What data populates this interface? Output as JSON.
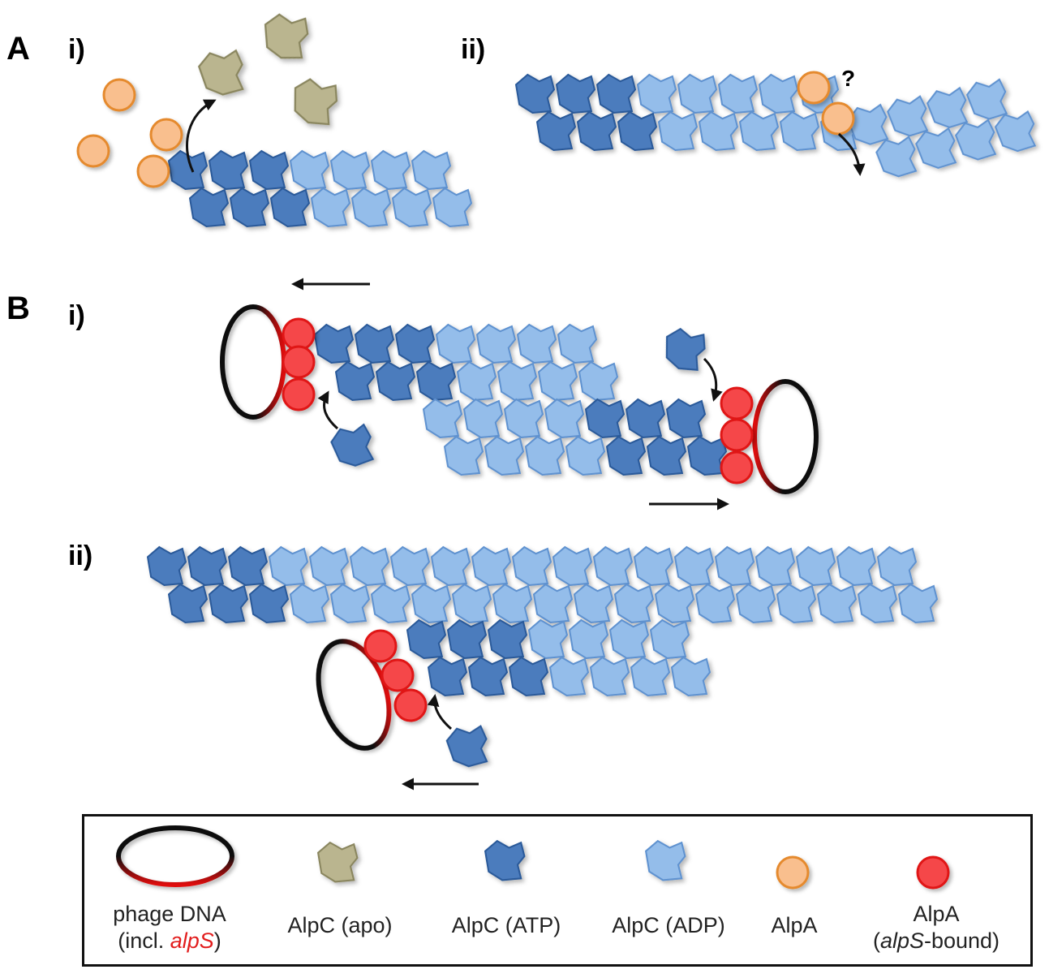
{
  "panels": {
    "a": {
      "label": "A",
      "sub_i": "i)",
      "sub_ii": "ii)",
      "question_mark": "?"
    },
    "b": {
      "label": "B",
      "sub_i": "i)",
      "sub_ii": "ii)"
    }
  },
  "legend": {
    "phage_dna": {
      "line1": "phage DNA",
      "line2_prefix": "(incl. ",
      "line2_gene": "alpS",
      "line2_suffix": ")"
    },
    "alpc_apo": {
      "label": "AlpC (apo)"
    },
    "alpc_atp": {
      "label": "AlpC (ATP)"
    },
    "alpc_adp": {
      "label": "AlpC (ADP)"
    },
    "alpa": {
      "label": "AlpA"
    },
    "alpa_bound": {
      "line1": "AlpA",
      "line2_prefix": "(",
      "line2_gene": "alpS",
      "line2_suffix": "-bound)"
    }
  },
  "colors": {
    "alpc_atp": "#4c7bbd",
    "alpc_atp_stroke": "#2b5a9a",
    "alpc_adp": "#94bdea",
    "alpc_adp_stroke": "#5f92d0",
    "alpc_apo": "#bab58f",
    "alpc_apo_stroke": "#8a865e",
    "alpa": "#f9bf8e",
    "alpa_stroke": "#e58a2e",
    "alpa_bound": "#f5474a",
    "alpa_bound_stroke": "#e01515",
    "dna": "#111111",
    "dna_red": "#e01010"
  }
}
